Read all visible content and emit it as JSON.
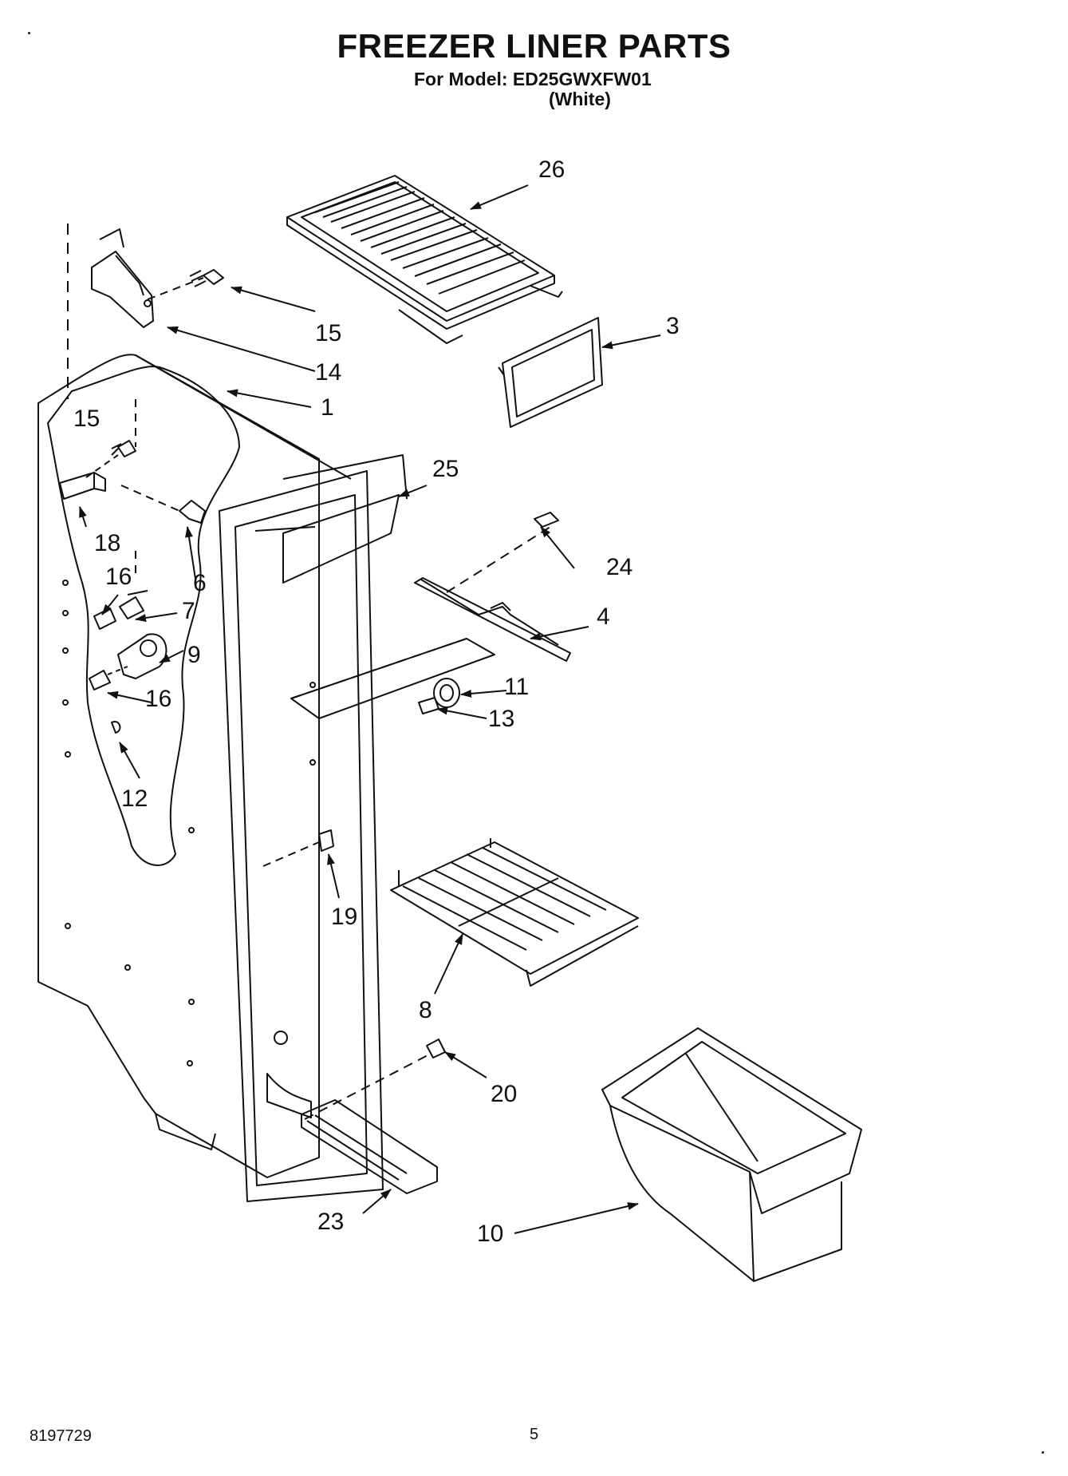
{
  "header": {
    "title": "FREEZER LINER PARTS",
    "subtitle": "For Model: ED25GWXFW01",
    "variant": "(White)"
  },
  "footer": {
    "doc_number": "8197729",
    "page_number": "5"
  },
  "callouts": {
    "c1": "1",
    "c3": "3",
    "c4": "4",
    "c6": "6",
    "c7": "7",
    "c8": "8",
    "c9": "9",
    "c10": "10",
    "c11": "11",
    "c12": "12",
    "c13": "13",
    "c14": "14",
    "c15a": "15",
    "c15b": "15",
    "c16a": "16",
    "c16b": "16",
    "c18": "18",
    "c19": "19",
    "c20": "20",
    "c23": "23",
    "c24": "24",
    "c25": "25",
    "c26": "26"
  }
}
